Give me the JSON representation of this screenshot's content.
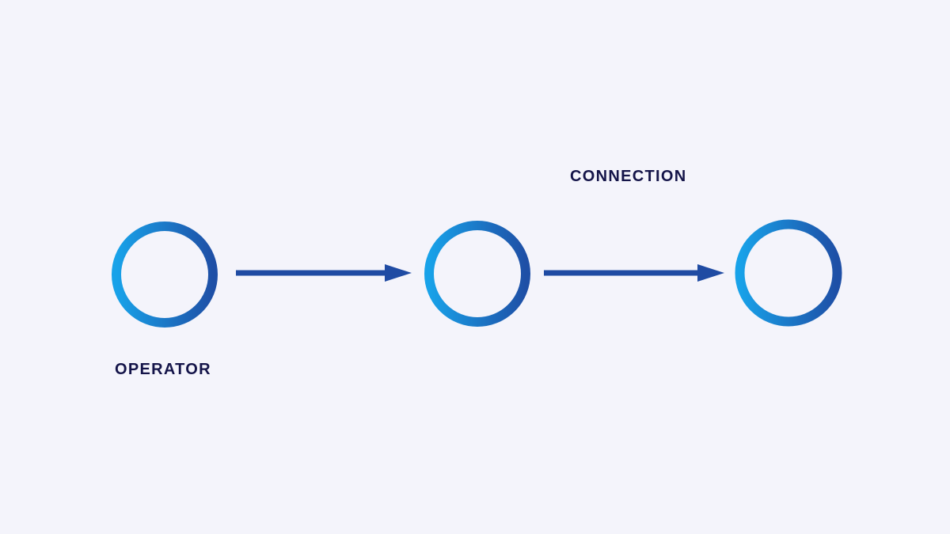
{
  "page": {
    "background_color": "#f4f4fb"
  },
  "colors": {
    "ring_gradient_start": "#18a2e9",
    "ring_gradient_end": "#1e4fa6",
    "arrow": "#1f4ba3",
    "label_text": "#141449"
  },
  "diagram": {
    "nodes": [
      {
        "id": "node-1",
        "shape": "circle-ring",
        "label": "OPERATOR"
      },
      {
        "id": "node-2",
        "shape": "circle-ring",
        "label": ""
      },
      {
        "id": "node-3",
        "shape": "circle-ring",
        "label": ""
      }
    ],
    "edges": [
      {
        "from": "node-1",
        "to": "node-2",
        "type": "arrow",
        "label": ""
      },
      {
        "from": "node-2",
        "to": "node-3",
        "type": "arrow",
        "label": "CONNECTION"
      }
    ]
  }
}
